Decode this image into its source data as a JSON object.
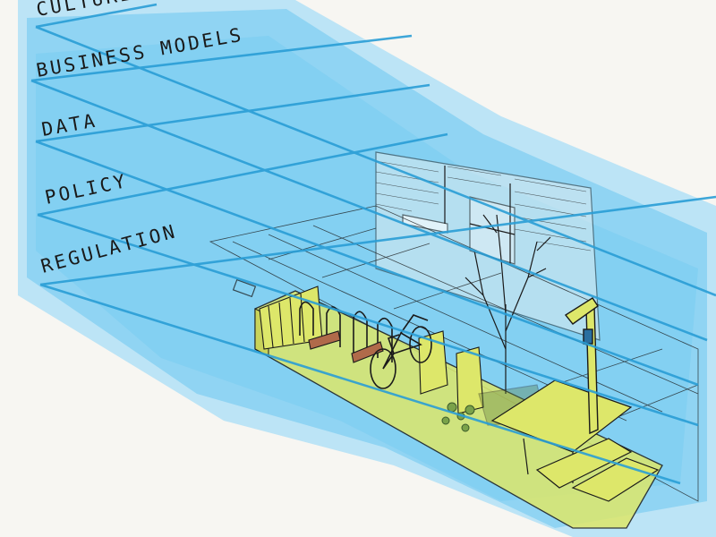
{
  "layers": [
    {
      "label": "CULTURE"
    },
    {
      "label": "BUSINESS MODELS"
    },
    {
      "label": "DATA"
    },
    {
      "label": "POLICY"
    },
    {
      "label": "REGULATION"
    }
  ],
  "colors": {
    "wash": "#5cc2ef",
    "wash_light": "#a8def7",
    "layer_line": "#2a9ed6",
    "parklet_yellow": "#dde76a",
    "ink": "#1a1a1a",
    "paper": "#f7f6f2"
  },
  "icons": [
    "bicycle-icon",
    "tree-icon",
    "bench-icon",
    "lamp-post-icon",
    "bike-rack-icon",
    "planter-icon"
  ]
}
